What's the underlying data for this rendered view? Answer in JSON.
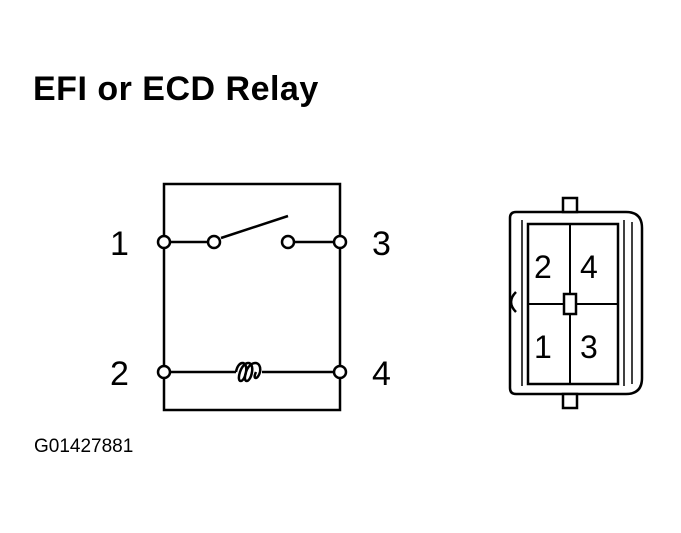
{
  "title": "EFI or ECD Relay",
  "figure_code": "G01427881",
  "schematic": {
    "terminal_1": "1",
    "terminal_2": "2",
    "terminal_3": "3",
    "terminal_4": "4"
  },
  "connector": {
    "cell_top_left": "2",
    "cell_top_right": "4",
    "cell_bottom_left": "1",
    "cell_bottom_right": "3"
  }
}
